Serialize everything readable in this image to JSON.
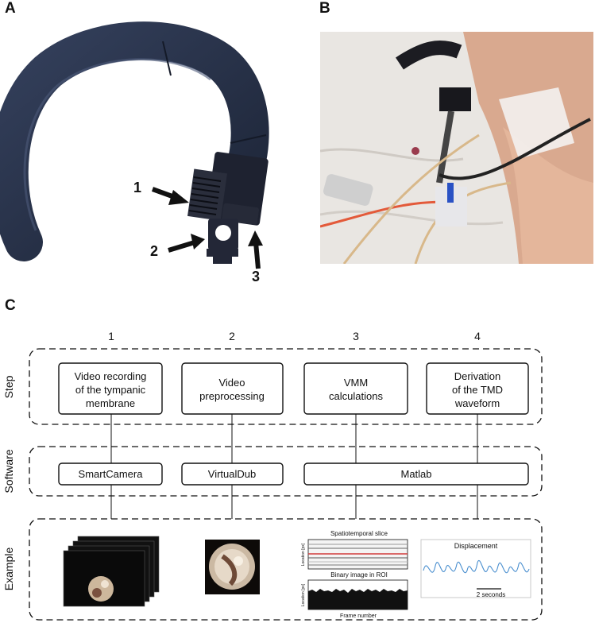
{
  "panels": {
    "a_letter": "A",
    "b_letter": "B",
    "c_letter": "C"
  },
  "panel_a": {
    "callout_1": "1",
    "callout_2": "2",
    "callout_3": "3"
  },
  "diagram": {
    "step_numbers": [
      "1",
      "2",
      "3",
      "4"
    ],
    "rows": {
      "step": "Step",
      "software": "Software",
      "example": "Example"
    },
    "steps": [
      [
        "Video recording",
        "of the tympanic",
        "membrane"
      ],
      [
        "Video",
        "preprocessing"
      ],
      [
        "VMM",
        "calculations"
      ],
      [
        "Derivation",
        "of the TMD",
        "waveform"
      ]
    ],
    "software": [
      "SmartCamera",
      "VirtualDub",
      "Matlab"
    ],
    "example": {
      "spatiotemporal_title": "Spatiotemporal slice",
      "binary_title": "Binary image in ROI",
      "location_label": "Location [px]",
      "frame_label": "Frame number",
      "displacement_title": "Displacement",
      "scale_label": "2 seconds"
    }
  },
  "colors": {
    "headband": "#27324a",
    "waveform": "#4a8fcf",
    "red_line": "#d23b3b"
  }
}
